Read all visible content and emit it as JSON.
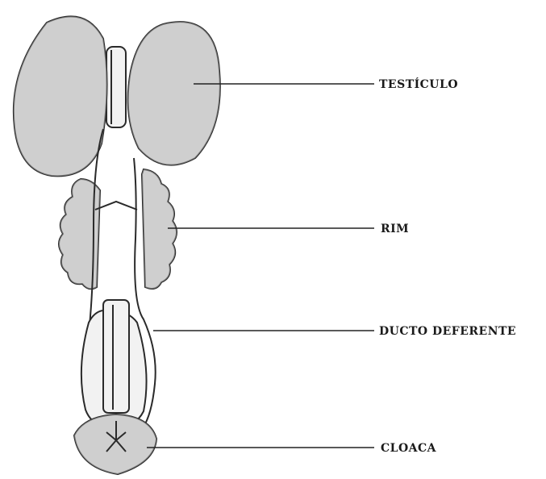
{
  "labels": {
    "testis": "TESTÍCULO",
    "kidney": "RIM",
    "ductus": "DUCTO DEFERENTE",
    "cloaca": "CLOACA"
  }
}
